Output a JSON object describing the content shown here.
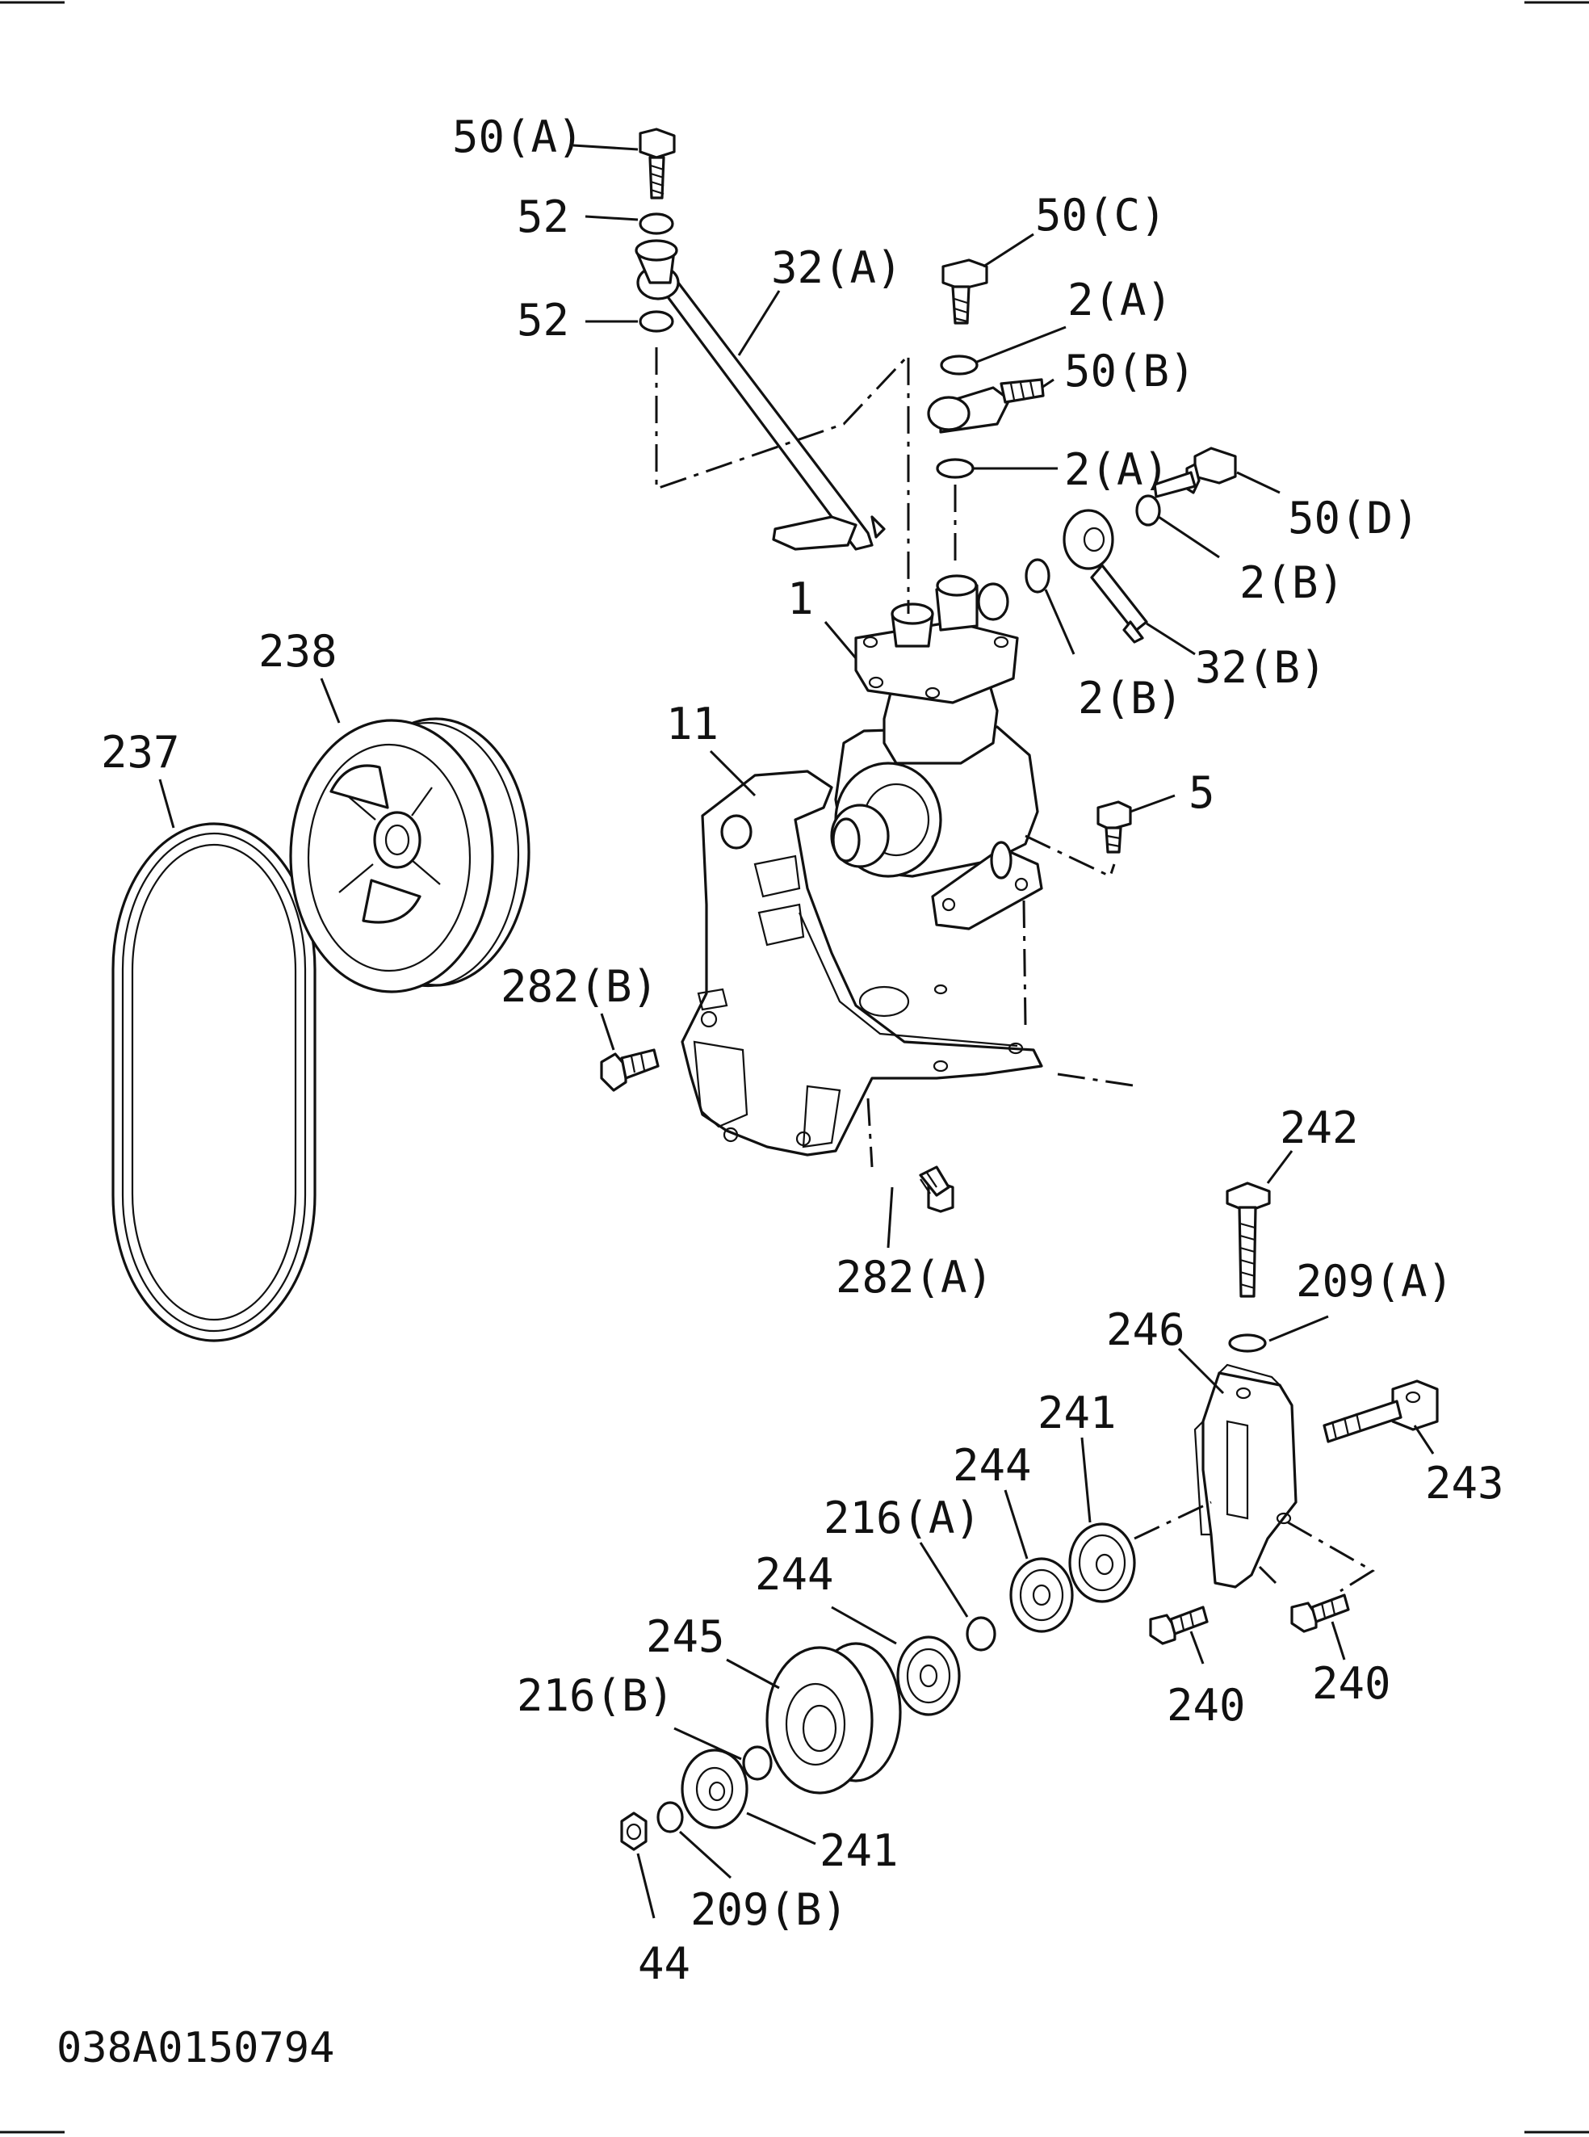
{
  "labels": [
    "50(A)",
    "52",
    "52",
    "32(A)",
    "50(C)",
    "2(A)",
    "50(B)",
    "2(A)",
    "50(D)",
    "2(B)",
    "32(B)",
    "2(B)",
    "1",
    "238",
    "237",
    "11",
    "5",
    "282(B)",
    "282(A)",
    "242",
    "209(A)",
    "246",
    "243",
    "241",
    "244",
    "216(A)",
    "244",
    "245",
    "216(B)",
    "240",
    "240",
    "241",
    "209(B)",
    "44"
  ],
  "figure_code": "038A0150794"
}
